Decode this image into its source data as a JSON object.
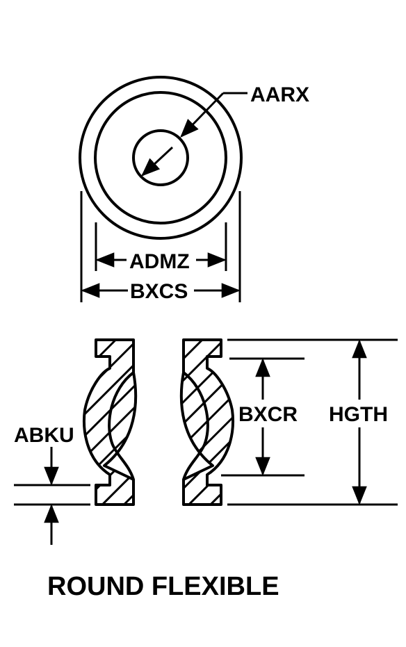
{
  "labels": {
    "aarx": "AARX",
    "admz": "ADMZ",
    "bxcs": "BXCS",
    "bxcr": "BXCR",
    "hgth": "HGTH",
    "abku": "ABKU"
  },
  "caption": "ROUND FLEXIBLE",
  "colors": {
    "ink": "#000000",
    "paper": "#ffffff"
  }
}
